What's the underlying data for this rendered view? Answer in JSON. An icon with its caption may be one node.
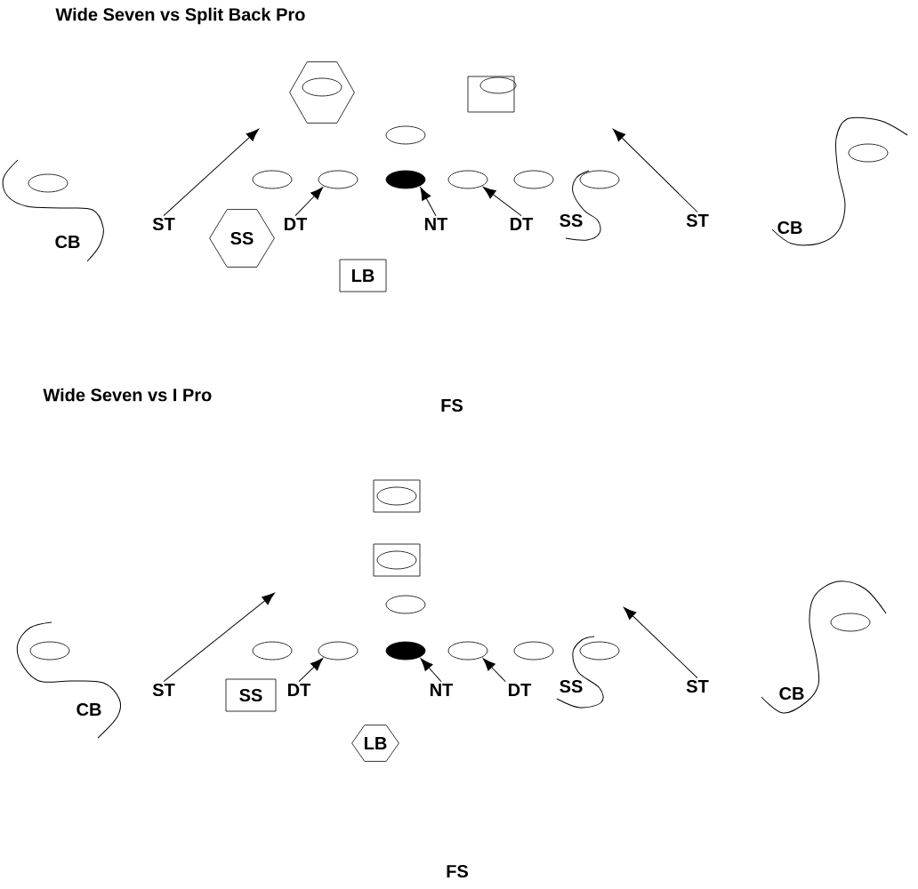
{
  "diagram": {
    "title": "Wide Seven vs Split Back Pro",
    "nodes": [
      {
        "text": [],
        "shape": "hexagon"
      },
      {
        "text": [],
        "shape": "oval",
        "in": 0
      },
      {
        "text": [],
        "shape": "box"
      },
      {
        "text": [],
        "shape": "oval",
        "in": 2
      },
      {
        "text": [],
        "shape": "oval"
      },
      {
        "text": [],
        "shape": "oval"
      },
      {
        "text": [],
        "shape": "oval"
      },
      {
        "text": [],
        "shape": "oval"
      },
      {
        "text": [],
        "shape": "dot"
      },
      {
        "text": [],
        "shape": "oval"
      },
      {
        "text": [],
        "shape": "oval"
      },
      {
        "text": [],
        "shape": "oval"
      },
      {
        "text": [],
        "shape": "oval"
      },
      {
        "text": [
          "ST"
        ]
      },
      {
        "text": [],
        "shape": "hexagon"
      },
      {
        "text": [
          "SS"
        ],
        "in": 14
      },
      {
        "text": [
          "DT"
        ]
      },
      {
        "text": [
          "NT"
        ]
      },
      {
        "text": [
          "DT"
        ]
      },
      {
        "text": [
          "SS"
        ]
      },
      {
        "text": [
          "ST"
        ]
      },
      {
        "text": [
          "CB"
        ]
      },
      {
        "text": [
          "CB"
        ]
      },
      {
        "text": [],
        "shape": "box"
      },
      {
        "text": [
          "LB"
        ],
        "in": 23
      },
      {
        "text": [
          "FS"
        ]
      },
      {
        "text": [],
        "shape": "box"
      },
      {
        "text": [],
        "shape": "oval",
        "in": 26
      },
      {
        "text": [],
        "shape": "box"
      },
      {
        "text": [],
        "shape": "oval",
        "in": 28
      },
      {
        "text": [],
        "shape": "oval"
      },
      {
        "text": [],
        "shape": "oval"
      },
      {
        "text": [],
        "shape": "oval"
      },
      {
        "text": [],
        "shape": "oval"
      },
      {
        "text": [],
        "shape": "dot"
      },
      {
        "text": [],
        "shape": "oval"
      },
      {
        "text": [],
        "shape": "oval"
      },
      {
        "text": [],
        "shape": "oval"
      },
      {
        "text": [],
        "shape": "oval"
      },
      {
        "text": [
          "ST"
        ]
      },
      {
        "text": [],
        "shape": "box"
      },
      {
        "text": [
          "SS"
        ],
        "in": 40
      },
      {
        "text": [
          "DT"
        ]
      },
      {
        "text": [
          "NT"
        ]
      },
      {
        "text": [
          "DT"
        ]
      },
      {
        "text": [
          "SS"
        ]
      },
      {
        "text": [
          "ST"
        ]
      },
      {
        "text": [
          "CB"
        ]
      },
      {
        "text": [
          "CB"
        ]
      },
      {
        "text": [],
        "shape": "hexagon"
      },
      {
        "text": [
          "LB"
        ],
        "in": 49
      },
      {
        "text": [
          "FS"
        ]
      }
    ],
    "edges": [
      {
        "from": 13,
        "to": null,
        "arrow": "to"
      },
      {
        "from": 16,
        "to": 7,
        "arrow": "to"
      },
      {
        "from": 17,
        "to": 8,
        "arrow": "to"
      },
      {
        "from": 18,
        "to": 9,
        "arrow": "to"
      },
      {
        "from": 20,
        "to": null,
        "arrow": "to"
      },
      {
        "from": 39,
        "to": null,
        "arrow": "to"
      },
      {
        "from": 42,
        "to": 33,
        "arrow": "to"
      },
      {
        "from": 43,
        "to": 34,
        "arrow": "to"
      },
      {
        "from": 44,
        "to": 35,
        "arrow": "to"
      },
      {
        "from": 46,
        "to": null,
        "arrow": "to"
      }
    ],
    "labels": [
      "Wide Seven vs I Pro"
    ]
  }
}
